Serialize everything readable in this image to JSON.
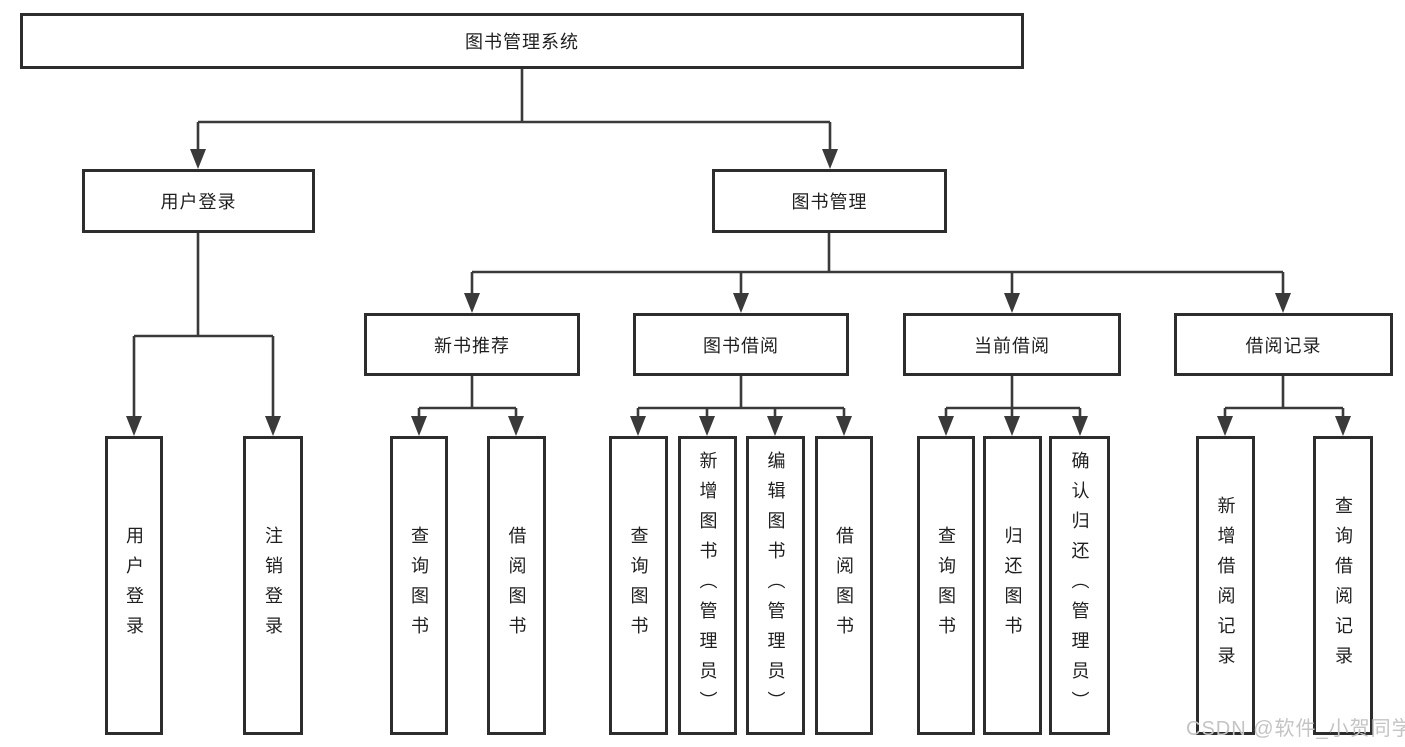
{
  "page": {
    "background": "#ffffff"
  },
  "colors": {
    "box_border": "#2d2d2d",
    "connector_line": "#3a3a3a",
    "text": "#1f1f1f",
    "watermark": "#c4c4c4"
  },
  "diagram": {
    "root": {
      "label": "图书管理系统"
    },
    "branches": [
      {
        "label": "用户登录",
        "children": [
          {
            "label": "用户登录"
          },
          {
            "label": "注销登录"
          }
        ]
      },
      {
        "label": "图书管理",
        "children": [
          {
            "label": "新书推荐",
            "children": [
              {
                "label": "查询图书"
              },
              {
                "label": "借阅图书"
              }
            ]
          },
          {
            "label": "图书借阅",
            "children": [
              {
                "label": "查询图书"
              },
              {
                "label": "新增图书（管理员）"
              },
              {
                "label": "编辑图书（管理员）"
              },
              {
                "label": "借阅图书"
              }
            ]
          },
          {
            "label": "当前借阅",
            "children": [
              {
                "label": "查询图书"
              },
              {
                "label": "归还图书"
              },
              {
                "label": "确认归还（管理员）"
              }
            ]
          },
          {
            "label": "借阅记录",
            "children": [
              {
                "label": "新增借阅记录"
              },
              {
                "label": "查询借阅记录"
              }
            ]
          }
        ]
      }
    ]
  },
  "watermark": {
    "text": "CSDN @软件_小贺同学"
  }
}
